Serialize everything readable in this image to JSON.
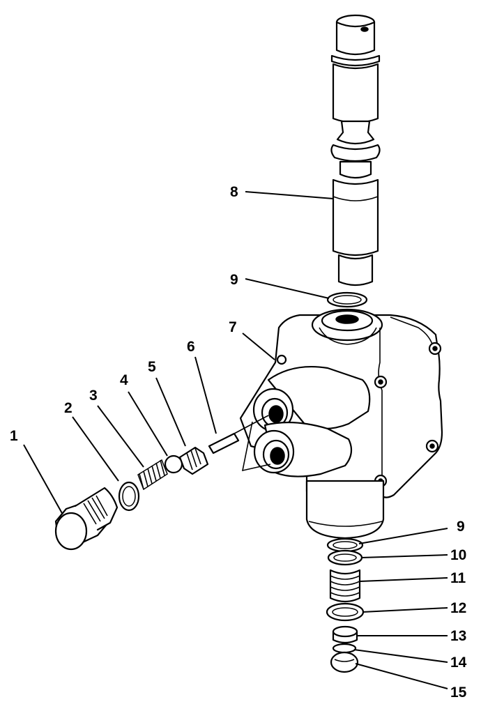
{
  "callouts": {
    "c1": "1",
    "c2": "2",
    "c3": "3",
    "c4": "4",
    "c5": "5",
    "c6": "6",
    "c7": "7",
    "c8": "8",
    "c9_top": "9",
    "c9_bottom": "9",
    "c10": "10",
    "c11": "11",
    "c12": "12",
    "c13": "13",
    "c14": "14",
    "c15": "15"
  }
}
